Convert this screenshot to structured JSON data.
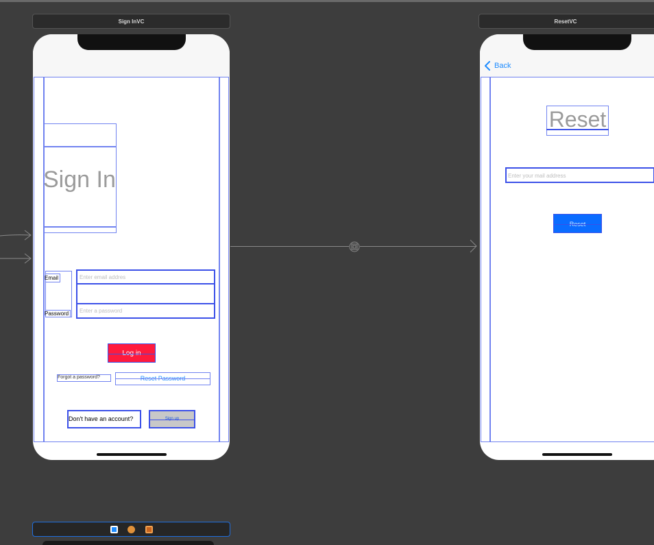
{
  "scenes": {
    "signin": {
      "title": "Sign InVC",
      "heading": "Sign In",
      "email_label": "Email",
      "password_label": "Password",
      "email_placeholder": "Enter email addres",
      "password_placeholder": "Enter a password",
      "login_button": "Log in",
      "forgot_label": "Forgot a password?",
      "reset_password_button": "Reset Password",
      "no_account_label": "Don't have an account?",
      "signup_button": "Sign up"
    },
    "reset": {
      "title": "ResetVC",
      "back_label": "Back",
      "heading": "Reset",
      "email_placeholder": "Enter your mail address",
      "reset_button": "Reset"
    }
  },
  "colors": {
    "canvas": "#3d3d3d",
    "outline": "#3b50e8",
    "login_button": "#ff1a3d",
    "reset_button": "#0a6cff",
    "link": "#1e8cff",
    "signup_button_bg": "#c8c8c8"
  },
  "icons": {
    "segue": "segue-present-icon",
    "back": "chevron-left-icon",
    "dock": [
      "view-controller-icon",
      "first-responder-icon",
      "exit-icon"
    ]
  }
}
